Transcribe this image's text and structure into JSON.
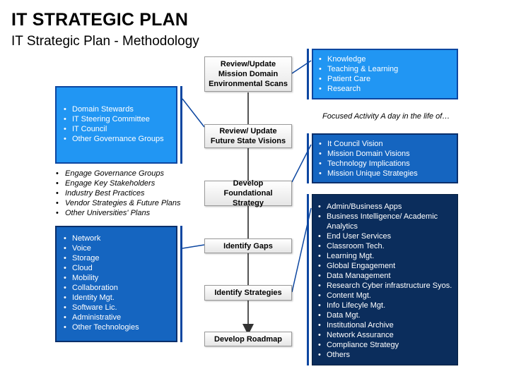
{
  "header": {
    "title": "IT STRATEGIC PLAN",
    "subtitle": "IT Strategic Plan - Methodology"
  },
  "steps": [
    "Review/Update Mission Domain Environmental Scans",
    "Review/ Update Future State Visions",
    "Develop Foundational Strategy",
    "Identify Gaps",
    "Identify Strategies",
    "Develop Roadmap"
  ],
  "governance_box": [
    "Domain Stewards",
    "IT Steering Committee",
    "IT Council",
    "Other Governance Groups"
  ],
  "engage_list": [
    "Engage Governance Groups",
    "Engage Key Stakeholders",
    "Industry Best Practices",
    "Vendor Strategies & Future Plans",
    "Other Universities' Plans"
  ],
  "tech_box": [
    "Network",
    "Voice",
    "Storage",
    "Cloud",
    "Mobility",
    "Collaboration",
    "Identity Mgt.",
    "Software Lic.",
    "Administrative",
    "Other Technologies"
  ],
  "mission_box": [
    "Knowledge",
    "Teaching & Learning",
    " Patient Care",
    "Research"
  ],
  "focus_text": "Focused Activity A day in the life of…",
  "vision_box": [
    "It Council Vision",
    "Mission Domain Visions",
    "Technology Implications",
    "Mission Unique Strategies"
  ],
  "apps_box": [
    "Admin/Business Apps",
    "Business Intelligence/ Academic Analytics",
    "End User Services",
    "Classroom Tech.",
    "Learning Mgt.",
    "Global Engagement",
    "Data Management",
    "Research Cyber infrastructure Syos.",
    "Content Mgt.",
    " Info Lifecyle Mgt.",
    "Data Mgt.",
    "Institutional Archive",
    "Network Assurance",
    "Compliance Strategy",
    "Others"
  ],
  "colors": {
    "light_blue": "#2196f3",
    "mid_blue": "#1565c0",
    "dark_navy": "#0b2d5c",
    "connector": "#0d47a1"
  }
}
